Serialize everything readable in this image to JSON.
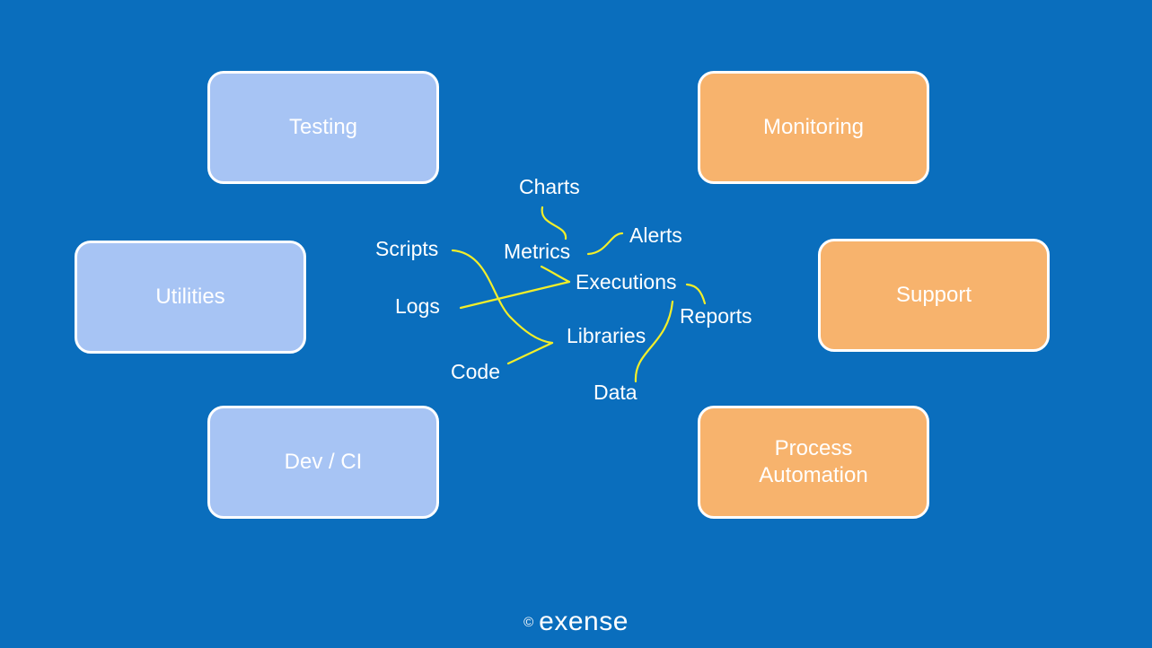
{
  "boxes": {
    "testing": "Testing",
    "utilities": "Utilities",
    "dev_ci": "Dev / CI",
    "monitoring": "Monitoring",
    "support": "Support",
    "process_automation": "Process\nAutomation"
  },
  "terms": {
    "charts": "Charts",
    "alerts": "Alerts",
    "metrics": "Metrics",
    "scripts": "Scripts",
    "executions": "Executions",
    "logs": "Logs",
    "reports": "Reports",
    "libraries": "Libraries",
    "code": "Code",
    "data": "Data"
  },
  "footer": {
    "copyright_symbol": "©",
    "brand": "exense"
  },
  "colors": {
    "background": "#0a6ebd",
    "box_blue": "#a7c4f4",
    "box_orange": "#f7b36d",
    "connector": "#f2ee2a"
  }
}
